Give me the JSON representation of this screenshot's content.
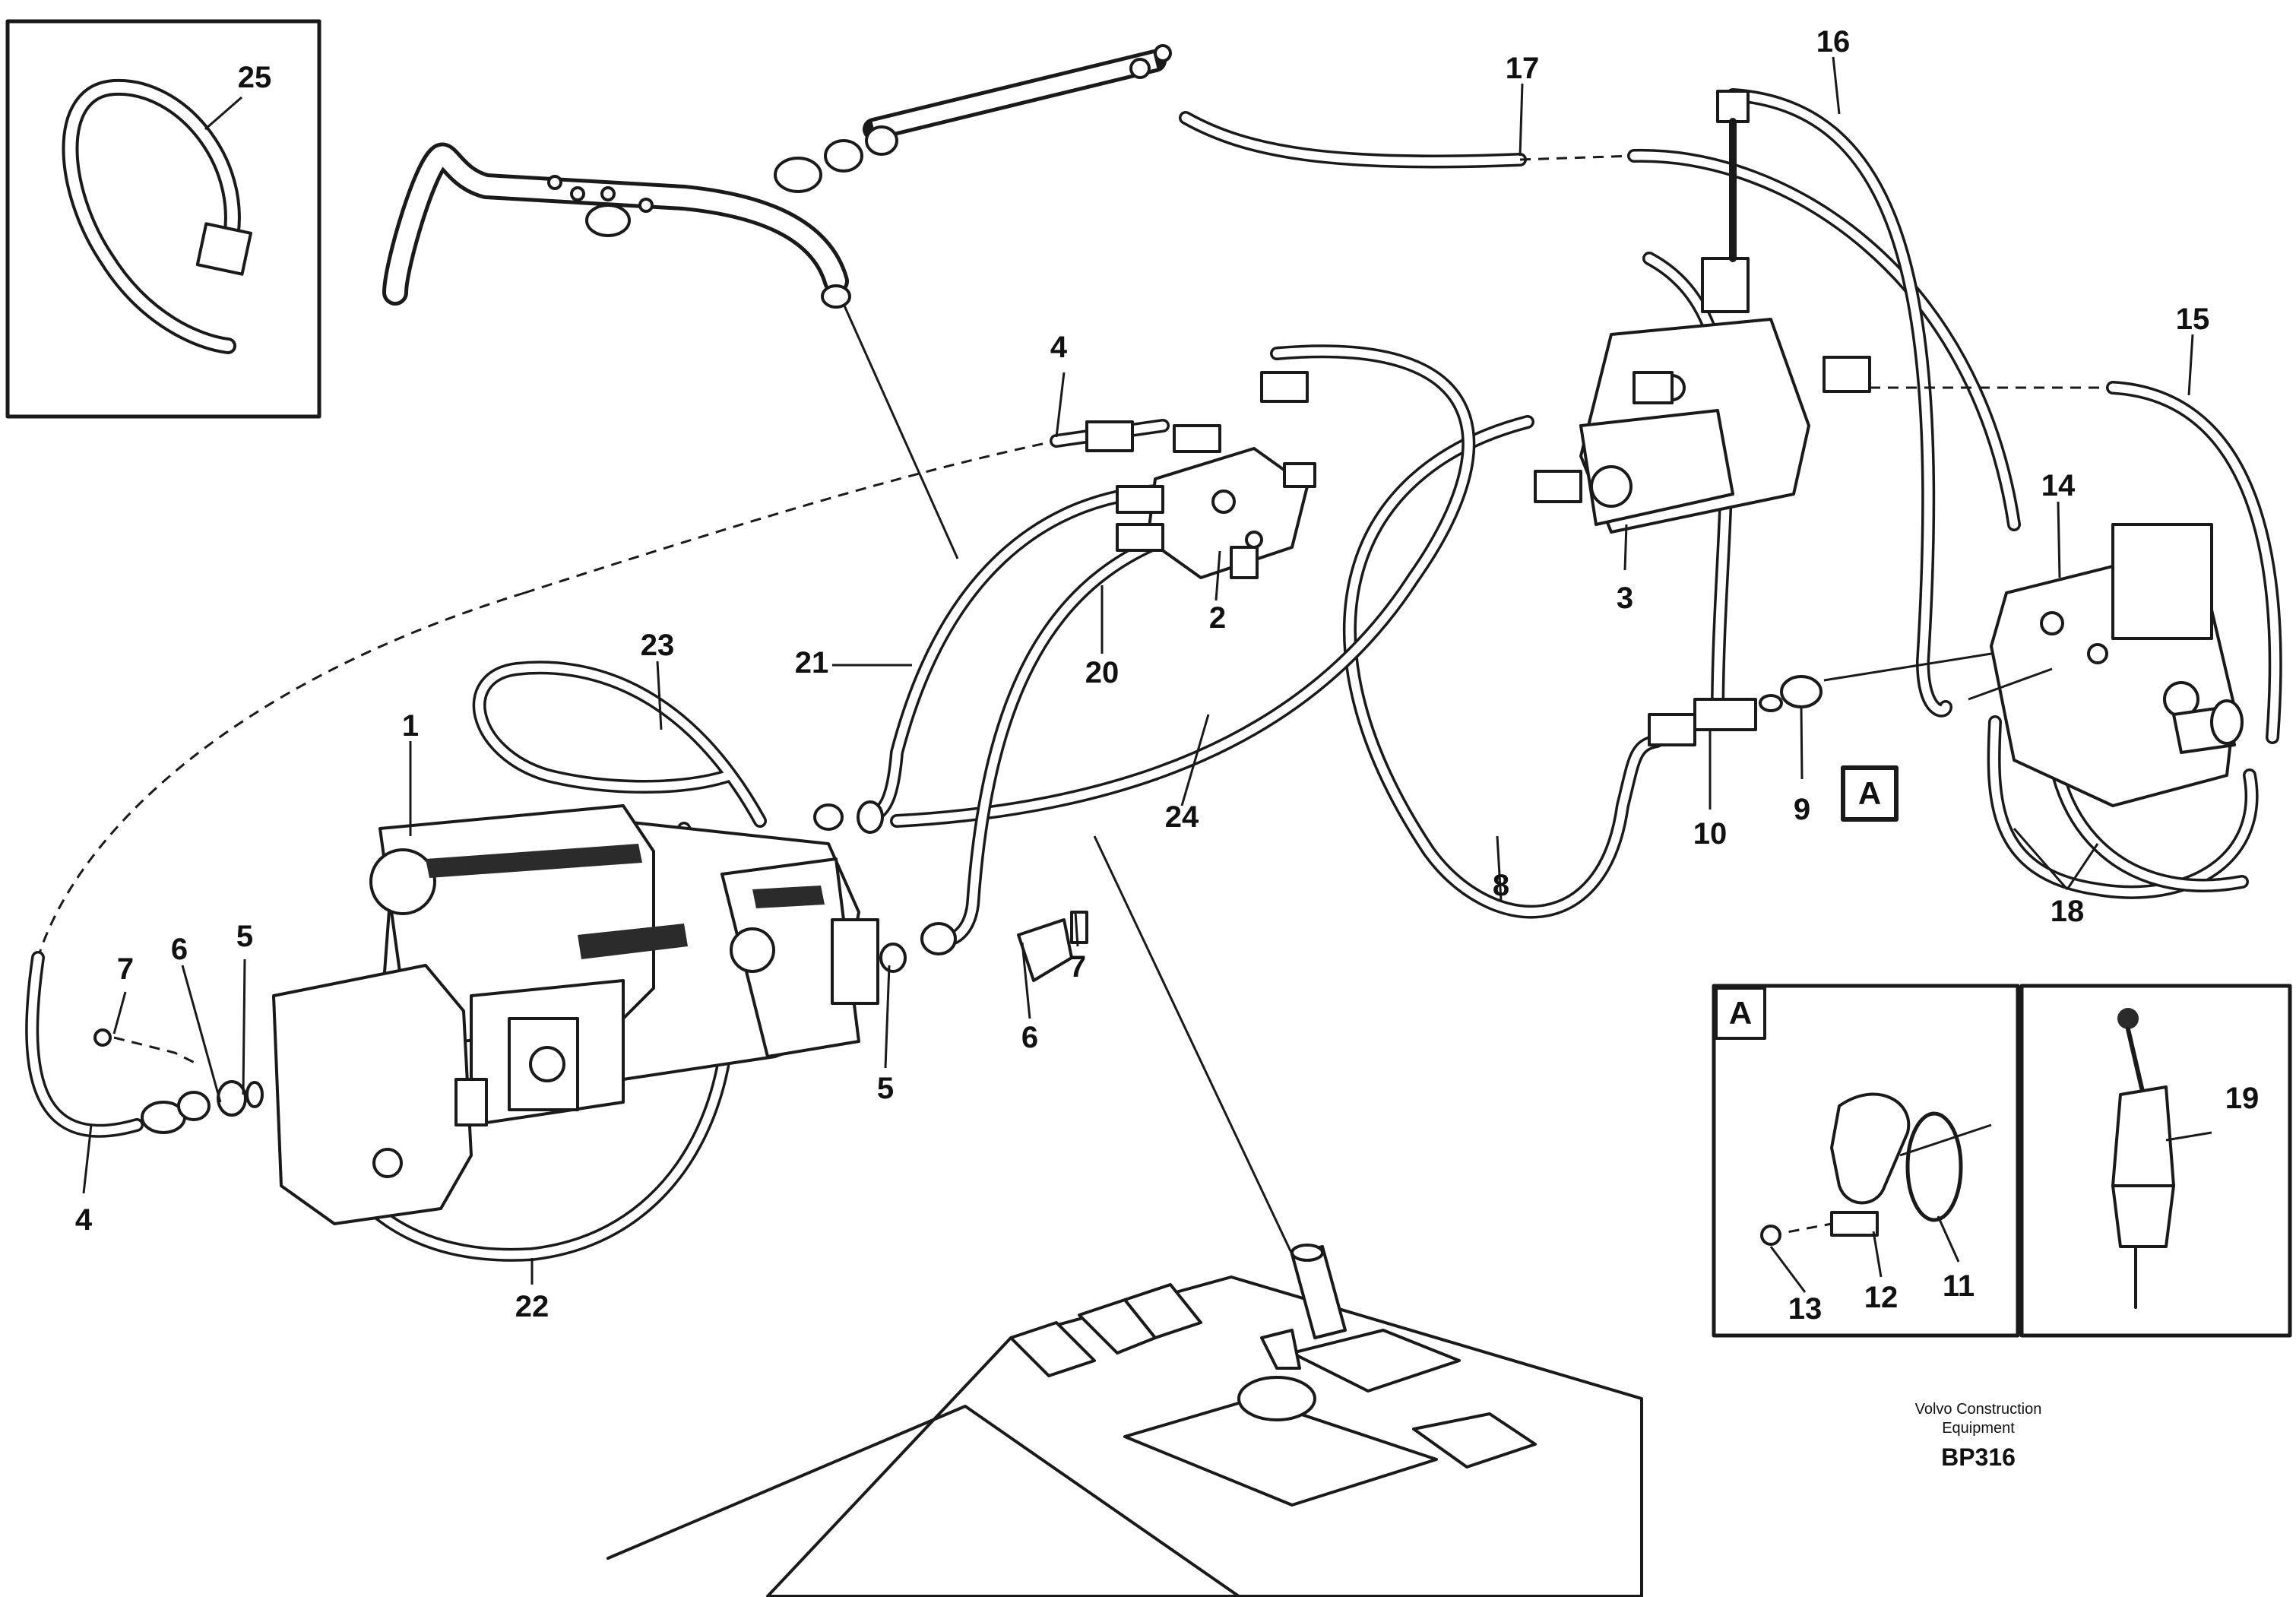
{
  "callouts": {
    "c1": "1",
    "c2": "2",
    "c3": "3",
    "c4a": "4",
    "c4b": "4",
    "c5a": "5",
    "c5b": "5",
    "c6a": "6",
    "c6b": "6",
    "c7a": "7",
    "c7b": "7",
    "c8": "8",
    "c9": "9",
    "c10": "10",
    "c11": "11",
    "c12": "12",
    "c13": "13",
    "c14": "14",
    "c15": "15",
    "c16": "16",
    "c17": "17",
    "c18": "18",
    "c19": "19",
    "c20": "20",
    "c21": "21",
    "c22": "22",
    "c23": "23",
    "c24": "24",
    "c25": "25"
  },
  "detail_ref_main": "A",
  "detail_ref_inset": "A",
  "credit": {
    "line1": "Volvo Construction",
    "line2": "Equipment",
    "code": "BP316"
  }
}
